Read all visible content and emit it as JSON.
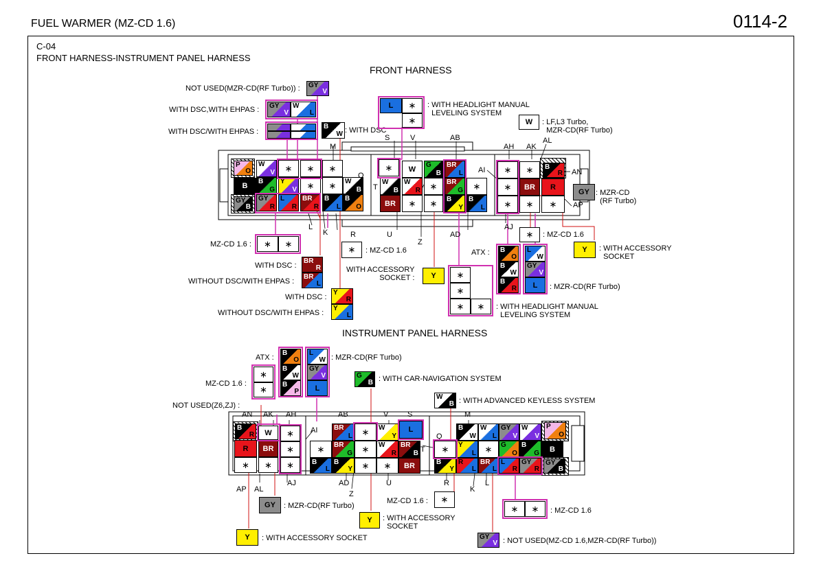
{
  "header": {
    "title": "FUEL WARMER (MZ-CD 1.6)",
    "page_no": "0114-2"
  },
  "connector": {
    "code": "C-04",
    "name": "FRONT HARNESS-INSTRUMENT PANEL HARNESS"
  },
  "front": {
    "title": "FRONT HARNESS",
    "notes": {
      "not_used_mzr": "NOT USED(MZR-CD(RF Turbo)) :",
      "with_dsc_with_ehpas": "WITH DSC,WITH EHPAS :",
      "with_dsc_slash_ehpas": "WITH DSC/WITH EHPAS :",
      "with_dsc_note": ": WITH DSC",
      "headlight_top": ": WITH HEADLIGHT MANUAL\n  LEVELING SYSTEM",
      "lf_l3": ": LF,L3 Turbo,\n  MZR-CD(RF Turbo)",
      "mzr_gy": ": MZR-CD\n  (RF Turbo)",
      "mz16_left": "MZ-CD 1.6 :",
      "mz16_center": ": MZ-CD 1.6",
      "mz16_right": ": MZ-CD 1.6",
      "acc_right": ": WITH ACCESSORY\n  SOCKET",
      "acc_center": "WITH ACCESSORY\nSOCKET :",
      "with_dsc_br": "WITH DSC :",
      "without_dsc_br": "WITHOUT DSC/WITH EHPAS :",
      "with_dsc_yr": "WITH DSC :",
      "without_dsc_yr": "WITHOUT DSC/WITH EHPAS :",
      "atx": "ATX :",
      "mzr_rf": ": MZR-CD(RF Turbo)",
      "headlight_bottom": ": WITH HEADLIGHT MANUAL\n  LEVELING SYSTEM"
    }
  },
  "instrument": {
    "title": "INSTRUMENT PANEL HARNESS",
    "notes": {
      "atx": "ATX :",
      "mzr_rf": ": MZR-CD(RF Turbo)",
      "mz16_left": "MZ-CD 1.6 :",
      "car_nav": ": WITH CAR-NAVIGATION SYSTEM",
      "keyless": ": WITH ADVANCED KEYLESS SYSTEM",
      "not_used_z6": "NOT USED(Z6,ZJ) :",
      "mz16_center": "MZ-CD 1.6 :",
      "mz16_right": ": MZ-CD 1.6",
      "mzr_gy": ": MZR-CD(RF Turbo)",
      "acc_center": ": WITH ACCESSORY\n  SOCKET",
      "acc_bottom": ": WITH ACCESSORY SOCKET",
      "not_used_bottom": ": NOT USED(MZ-CD 1.6,MZR-CD(RF Turbo))"
    }
  },
  "colors": {
    "R": "#e8141b",
    "B": "#000000",
    "W": "#ffffff",
    "L": "#1a6fe0",
    "G": "#1ebc2a",
    "Y": "#ffef00",
    "V": "#7a2fe0",
    "GY": "#8c8c8c",
    "O": "#f08010",
    "P": "#f4b8e8",
    "BR": "#8b0d0d",
    "frame": "#d030b0",
    "wire": "#d01010"
  }
}
